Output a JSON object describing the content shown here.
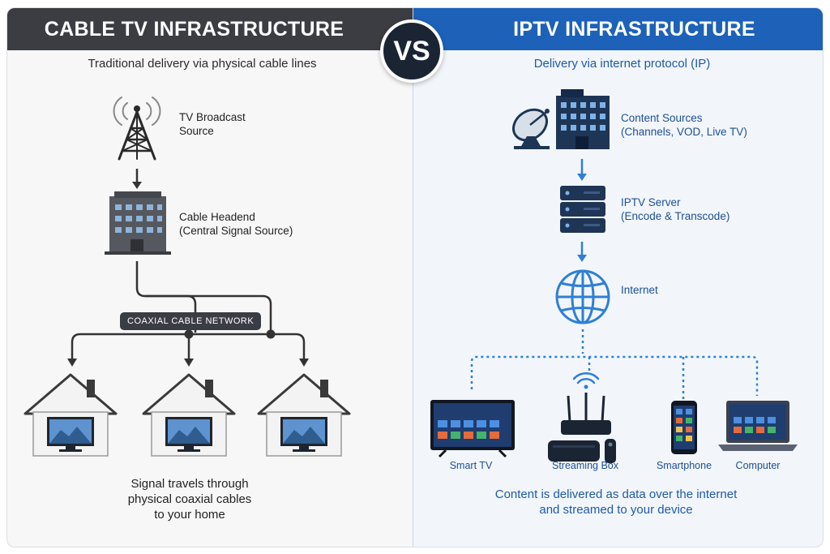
{
  "left": {
    "header": "CABLE TV INFRASTRUCTURE",
    "subtitle": "Traditional delivery via physical cable lines",
    "tower_label_line1": "TV Broadcast",
    "tower_label_line2": "Source",
    "headend_label_line1": "Cable Headend",
    "headend_label_line2": "(Central Signal Source)",
    "network_tag": "COAXIAL CABLE NETWORK",
    "footer_line1": "Signal travels through",
    "footer_line2": "physical coaxial cables",
    "footer_line3": "to your home"
  },
  "vs": "VS",
  "right": {
    "header": "IPTV INFRASTRUCTURE",
    "subtitle": "Delivery via internet protocol (IP)",
    "sources_title": "Content Sources",
    "sources_sub": "(Channels, VOD, Live TV)",
    "server_title": "IPTV Server",
    "server_sub": "(Encode & Transcode)",
    "internet_title": "Internet",
    "devices": [
      "Smart TV",
      "Streaming Box",
      "Smartphone",
      "Computer"
    ],
    "footer_line1": "Content is delivered as data over the internet",
    "footer_line2": "and streamed to your device"
  },
  "colors": {
    "left_header": "#3b3d42",
    "right_header": "#1d62b8",
    "accent_blue": "#2f7fd6",
    "dark_navy": "#1b2433"
  }
}
